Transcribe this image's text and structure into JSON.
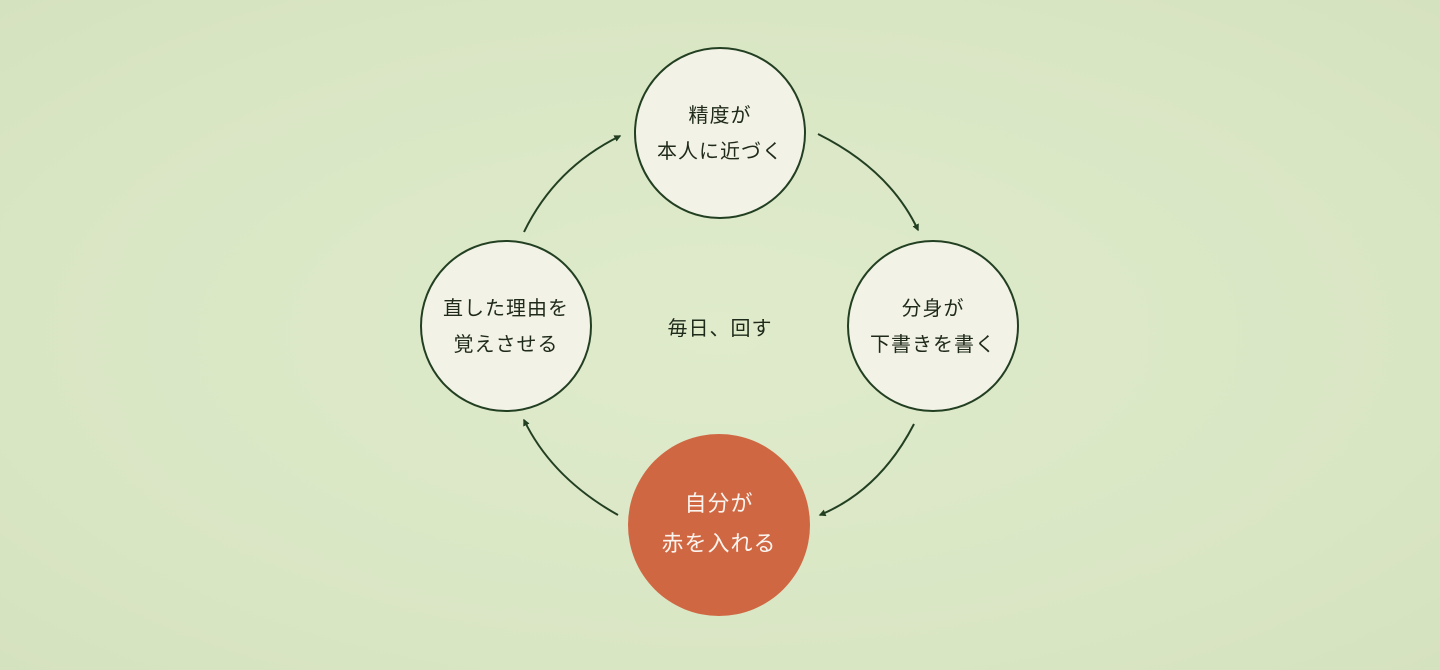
{
  "colors": {
    "background": "#dde9c9",
    "node_fill": "#f2f3e6",
    "node_border": "#233f22",
    "accent_fill": "#d06743",
    "arrow": "#233f22"
  },
  "diagram": {
    "type": "cycle",
    "center_label": "毎日、回す",
    "nodes": {
      "top": {
        "line1": "精度が",
        "line2": "本人に近づく"
      },
      "right": {
        "line1": "分身が",
        "line2": "下書きを書く"
      },
      "bottom": {
        "line1": "自分が",
        "line2": "赤を入れる"
      },
      "left": {
        "line1": "直した理由を",
        "line2": "覚えさせる"
      }
    },
    "edges": [
      {
        "from": "top",
        "to": "right"
      },
      {
        "from": "right",
        "to": "bottom"
      },
      {
        "from": "bottom",
        "to": "left"
      },
      {
        "from": "left",
        "to": "top"
      }
    ]
  }
}
